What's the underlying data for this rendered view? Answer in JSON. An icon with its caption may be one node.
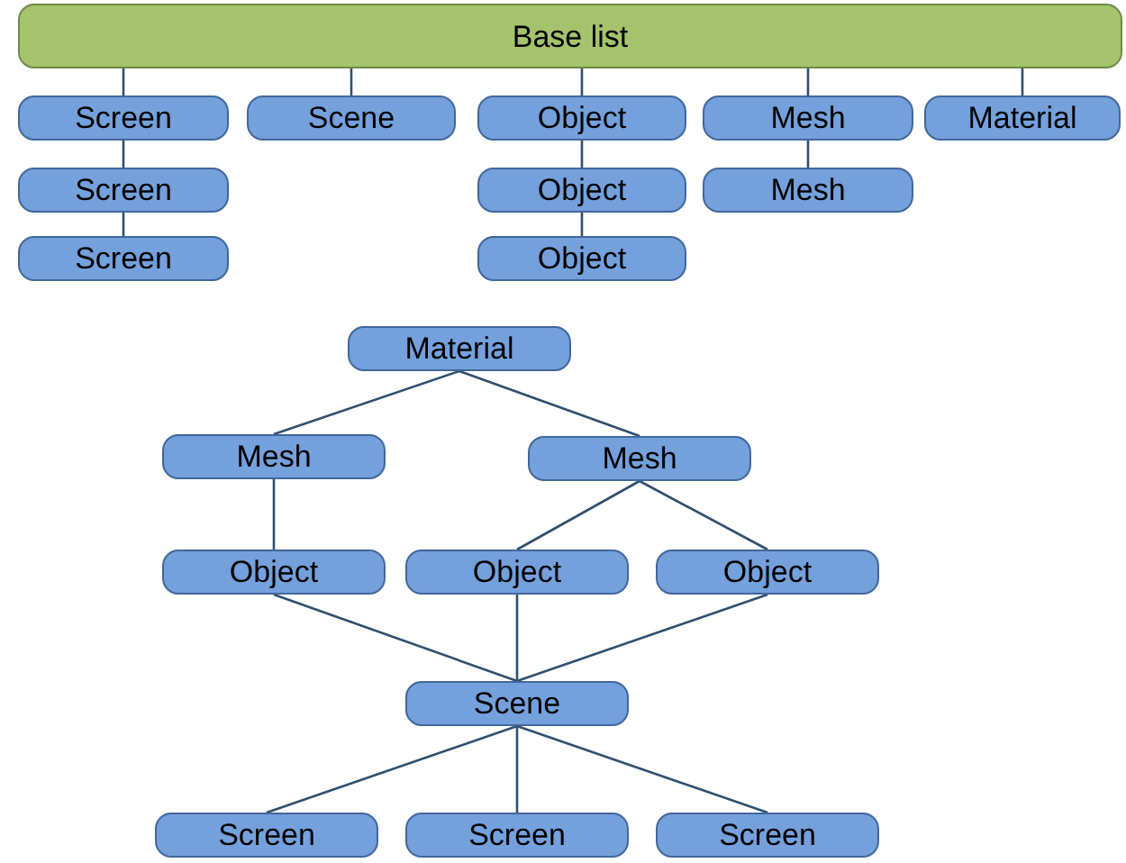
{
  "diagram": {
    "nodes": [
      {
        "text": [
          "Base list"
        ]
      },
      {
        "text": [
          "Screen"
        ]
      },
      {
        "text": [
          "Scene"
        ]
      },
      {
        "text": [
          "Object"
        ]
      },
      {
        "text": [
          "Mesh"
        ]
      },
      {
        "text": [
          "Material"
        ]
      },
      {
        "text": [
          "Screen"
        ]
      },
      {
        "text": [
          "Object"
        ]
      },
      {
        "text": [
          "Mesh"
        ]
      },
      {
        "text": [
          "Screen"
        ]
      },
      {
        "text": [
          "Object"
        ]
      },
      {
        "text": [
          "Material"
        ]
      },
      {
        "text": [
          "Mesh"
        ]
      },
      {
        "text": [
          "Mesh"
        ]
      },
      {
        "text": [
          "Object"
        ]
      },
      {
        "text": [
          "Object"
        ]
      },
      {
        "text": [
          "Object"
        ]
      },
      {
        "text": [
          "Scene"
        ]
      },
      {
        "text": [
          "Screen"
        ]
      },
      {
        "text": [
          "Screen"
        ]
      },
      {
        "text": [
          "Screen"
        ]
      }
    ],
    "edges": [
      {
        "from": 0,
        "to": 1,
        "arrow": "none"
      },
      {
        "from": 0,
        "to": 2,
        "arrow": "none"
      },
      {
        "from": 0,
        "to": 3,
        "arrow": "none"
      },
      {
        "from": 0,
        "to": 4,
        "arrow": "none"
      },
      {
        "from": 0,
        "to": 5,
        "arrow": "none"
      },
      {
        "from": 1,
        "to": 6,
        "arrow": "none"
      },
      {
        "from": 6,
        "to": 9,
        "arrow": "none"
      },
      {
        "from": 3,
        "to": 7,
        "arrow": "none"
      },
      {
        "from": 7,
        "to": 10,
        "arrow": "none"
      },
      {
        "from": 4,
        "to": 8,
        "arrow": "none"
      },
      {
        "from": 11,
        "to": 12,
        "arrow": "none"
      },
      {
        "from": 11,
        "to": 13,
        "arrow": "none"
      },
      {
        "from": 12,
        "to": 14,
        "arrow": "none"
      },
      {
        "from": 13,
        "to": 15,
        "arrow": "none"
      },
      {
        "from": 13,
        "to": 16,
        "arrow": "none"
      },
      {
        "from": 14,
        "to": 17,
        "arrow": "none"
      },
      {
        "from": 15,
        "to": 17,
        "arrow": "none"
      },
      {
        "from": 16,
        "to": 17,
        "arrow": "none"
      },
      {
        "from": 17,
        "to": 18,
        "arrow": "none"
      },
      {
        "from": 17,
        "to": 19,
        "arrow": "none"
      },
      {
        "from": 17,
        "to": 20,
        "arrow": "none"
      }
    ]
  }
}
